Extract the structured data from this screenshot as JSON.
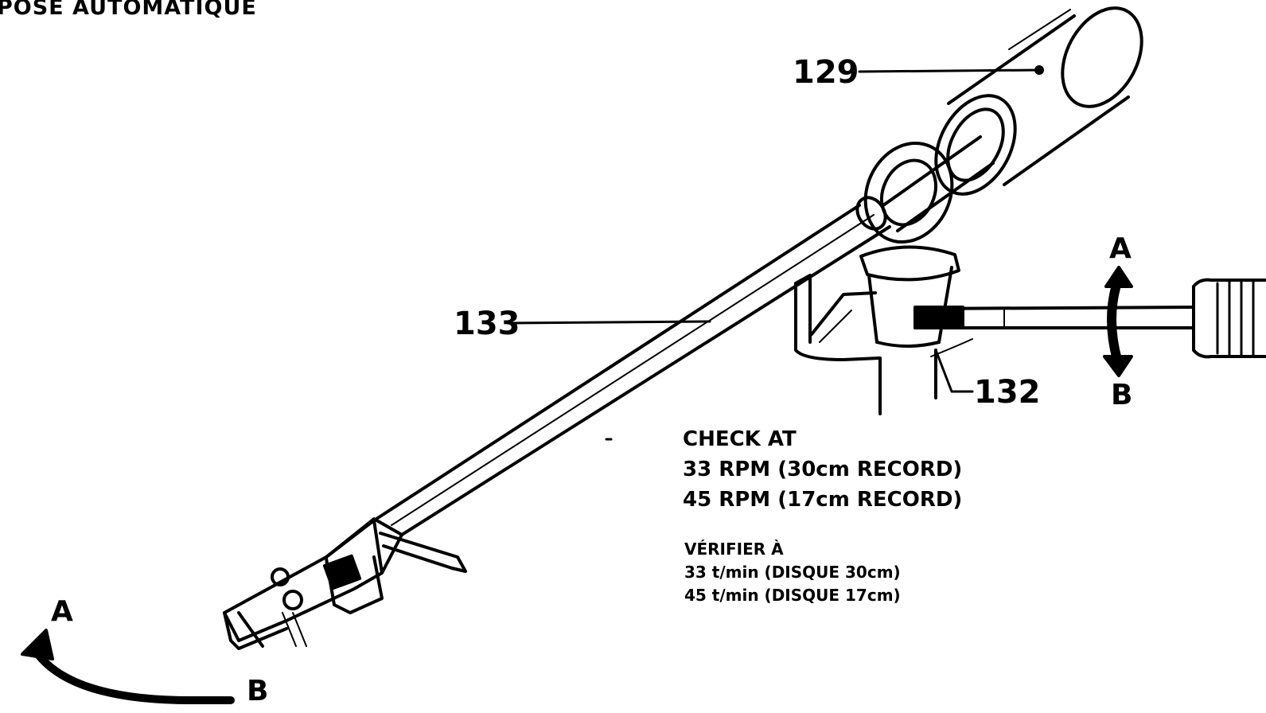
{
  "header": {
    "title": "POSE  AUTOMATIQUE"
  },
  "callouts": {
    "counterweight": "129",
    "tonearm": "133",
    "lift_lever": "132"
  },
  "arrows": {
    "vertical_top": "A",
    "vertical_bottom": "B",
    "horizontal_top": "A",
    "horizontal_bottom": "B"
  },
  "notes": {
    "english": [
      "CHECK  AT",
      "33 RPM (30cm RECORD)",
      "45 RPM (17cm RECORD)"
    ],
    "french": [
      "VÉRIFIER  À",
      "33 t/min (DISQUE 30cm)",
      "45 t/min (DISQUE 17cm)"
    ]
  }
}
